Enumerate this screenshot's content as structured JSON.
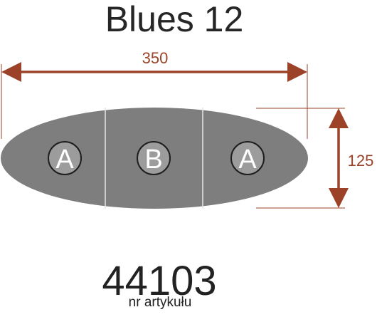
{
  "title": "Blues 12",
  "colors": {
    "table_fill": "#7e7e7e",
    "dimension": "#9b4228",
    "label_circle": "#9c9c9c",
    "label_text": "#ffffff"
  },
  "dimensions": {
    "length": "350",
    "width": "125"
  },
  "sections": [
    {
      "label": "A"
    },
    {
      "label": "B"
    },
    {
      "label": "A"
    }
  ],
  "article": {
    "number": "44103",
    "caption": "nr artykułu"
  }
}
